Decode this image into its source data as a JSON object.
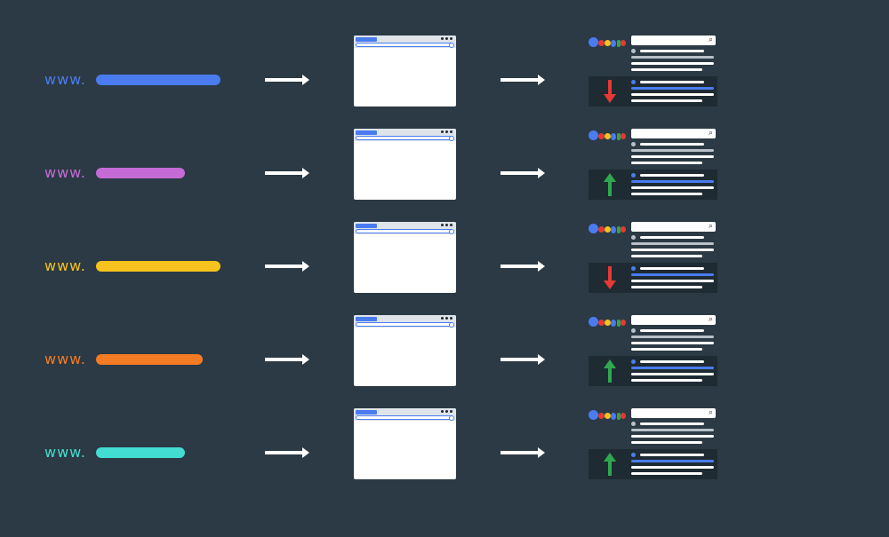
{
  "rows": [
    {
      "prefix": "www.",
      "color": "#4a7cf0",
      "url_bar_fraction": 1.0,
      "ranking": "down",
      "trend_color": "#e53935"
    },
    {
      "prefix": "www.",
      "color": "#c56bd6",
      "url_bar_fraction": 0.714,
      "ranking": "up",
      "trend_color": "#2fa84f"
    },
    {
      "prefix": "www.",
      "color": "#f6c21d",
      "url_bar_fraction": 1.0,
      "ranking": "down",
      "trend_color": "#e53935"
    },
    {
      "prefix": "www.",
      "color": "#f47a24",
      "url_bar_fraction": 0.857,
      "ranking": "up",
      "trend_color": "#2fa84f"
    },
    {
      "prefix": "www.",
      "color": "#43dcd2",
      "url_bar_fraction": 0.714,
      "ranking": "up",
      "trend_color": "#2fa84f"
    }
  ],
  "icons": {
    "arrow": "right-arrow-icon",
    "browser": "browser-window-icon",
    "search_engine": "google-logo-icon",
    "search": "magnifier-icon"
  },
  "logo_colors": [
    "#4a7cf0",
    "#e53935",
    "#f6c21d",
    "#4a7cf0",
    "#2fa84f",
    "#e53935"
  ],
  "highlight_color": "#4a7cf0"
}
